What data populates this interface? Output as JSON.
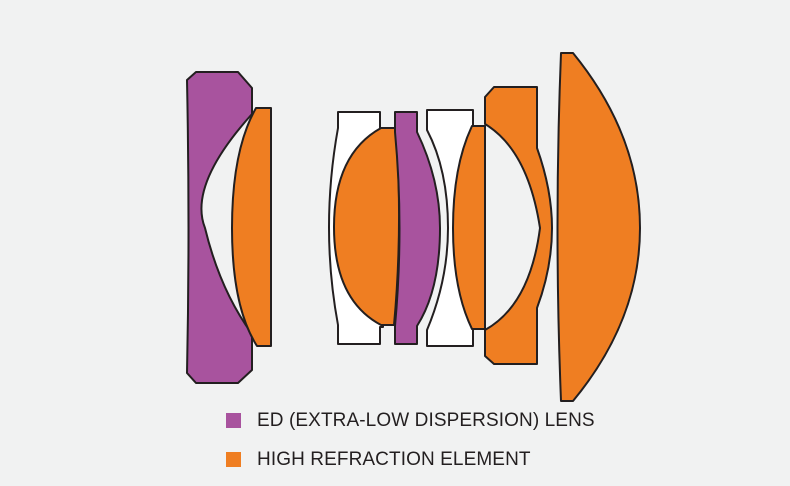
{
  "colors": {
    "background": "#f1f2f2",
    "ed_lens": "#a8539e",
    "high_refraction": "#ef7e22",
    "standard_lens": "#ffffff",
    "outline": "#231f20"
  },
  "lens_elements": [
    {
      "id": 1,
      "type": "ed"
    },
    {
      "id": 2,
      "type": "high_refraction"
    },
    {
      "id": 3,
      "type": "standard"
    },
    {
      "id": 4,
      "type": "high_refraction"
    },
    {
      "id": 5,
      "type": "ed"
    },
    {
      "id": 6,
      "type": "standard"
    },
    {
      "id": 7,
      "type": "high_refraction"
    },
    {
      "id": 8,
      "type": "high_refraction"
    },
    {
      "id": 9,
      "type": "high_refraction"
    }
  ],
  "legend": [
    {
      "key": "ed",
      "label": "ED (EXTRA-LOW DISPERSION) LENS",
      "color": "#a8539e"
    },
    {
      "key": "high_refraction",
      "label": "HIGH REFRACTION ELEMENT",
      "color": "#ef7e22"
    }
  ]
}
